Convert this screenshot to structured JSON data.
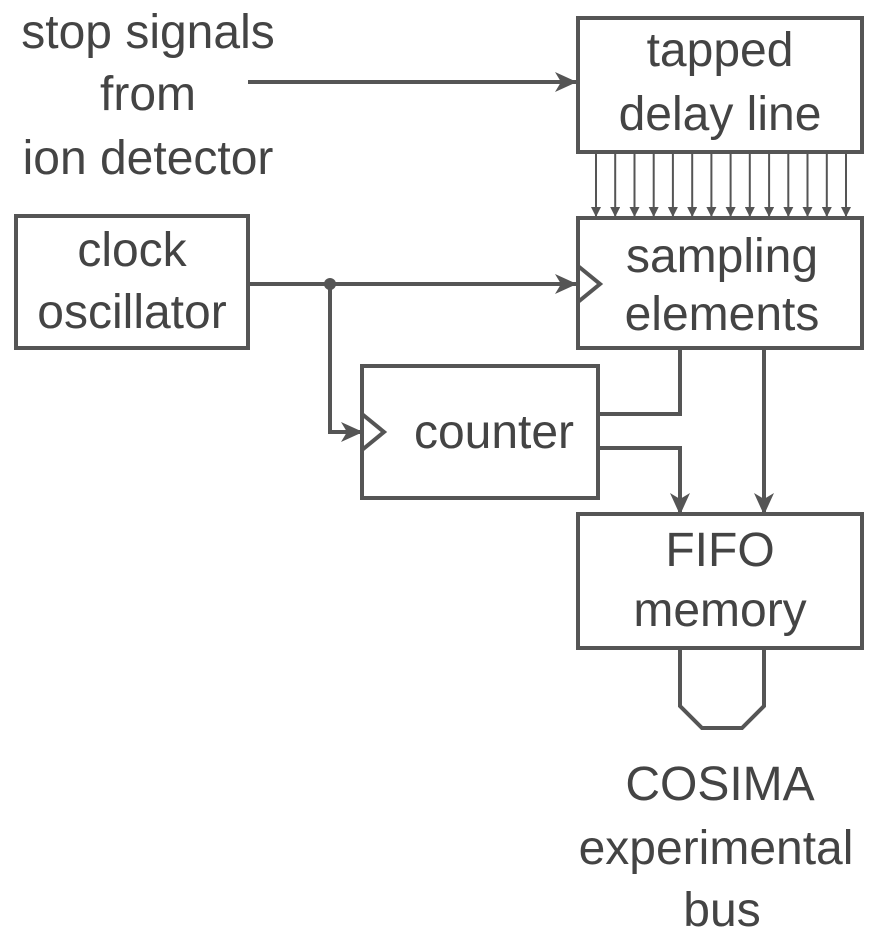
{
  "inputs": {
    "stop_signals": [
      "stop signals",
      "from",
      "ion detector"
    ]
  },
  "blocks": {
    "tapped_delay_line": [
      "tapped",
      "delay line"
    ],
    "sampling_elements": [
      "sampling",
      "elements"
    ],
    "clock_oscillator": [
      "clock",
      "oscillator"
    ],
    "counter": [
      "counter"
    ],
    "fifo_memory": [
      "FIFO",
      "memory"
    ]
  },
  "output": {
    "bus": [
      "COSIMA",
      "experimental",
      "bus"
    ]
  },
  "tap_count": 14,
  "colors": {
    "line": "#555555",
    "text": "#444444",
    "background": "#ffffff"
  }
}
